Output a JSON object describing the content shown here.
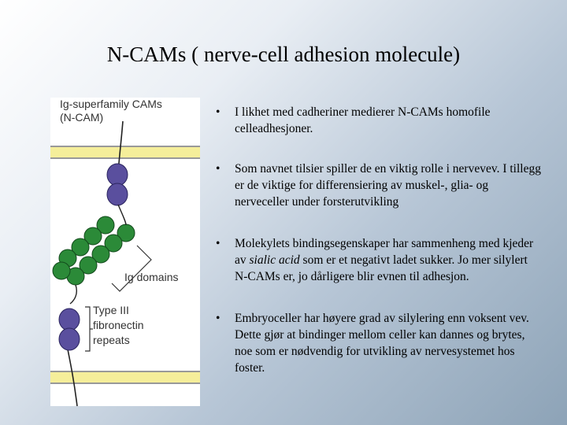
{
  "slide": {
    "title": "N-CAMs ( nerve-cell adhesion molecule)"
  },
  "figure": {
    "caption_line1": "Ig-superfamily CAMs",
    "caption_line2": "(N-CAM)",
    "label_ig_domains": "Ig domains",
    "label_type_line1": "Type III",
    "label_type_line2": "fibronectin",
    "label_type_line3": "repeats",
    "colors": {
      "membrane": "#f5ee9a",
      "ig_domain": "#2b8a38",
      "fn_repeat": "#5a4f9e"
    }
  },
  "bullets": {
    "bullet_glyph": "•",
    "item1": "I likhet med cadheriner medierer N-CAMs homofile celleadhesjoner.",
    "item2": "Som navnet tilsier spiller de en viktig rolle i nervevev. I tillegg er de viktige for differensiering av muskel-, glia- og nerveceller under forsterutvikling",
    "item3_pre": "Molekylets bindingsegenskaper har sammenheng med kjeder av ",
    "item3_em": "sialic acid",
    "item3_post": " som er et negativt ladet sukker. Jo mer silylert N-CAMs er, jo dårligere blir evnen til adhesjon.",
    "item4": "Embryoceller har høyere grad av silylering enn voksent vev. Dette gjør at bindinger mellom celler kan dannes og brytes, noe som er nødvendig for utvikling av nervesystemet hos foster."
  }
}
